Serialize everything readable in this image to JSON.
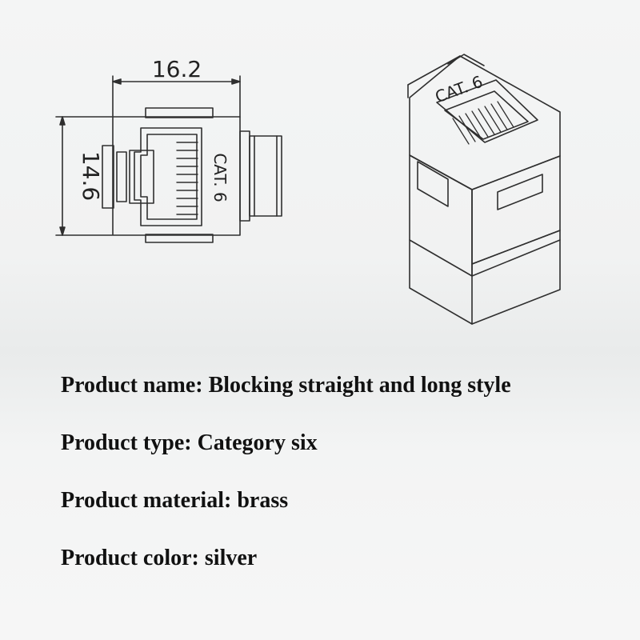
{
  "drawing": {
    "width_dimension": "16.2",
    "height_dimension": "14.6",
    "front_label": "CAT. 6",
    "iso_label": "CAT. 6",
    "line_color": "#2f2f2f"
  },
  "specs": [
    {
      "label": "Product name:",
      "value": "Blocking straight and long style"
    },
    {
      "label": "Product type:",
      "value": "Category six"
    },
    {
      "label": "Product material:",
      "value": "brass"
    },
    {
      "label": "Product color:",
      "value": "silver"
    }
  ]
}
